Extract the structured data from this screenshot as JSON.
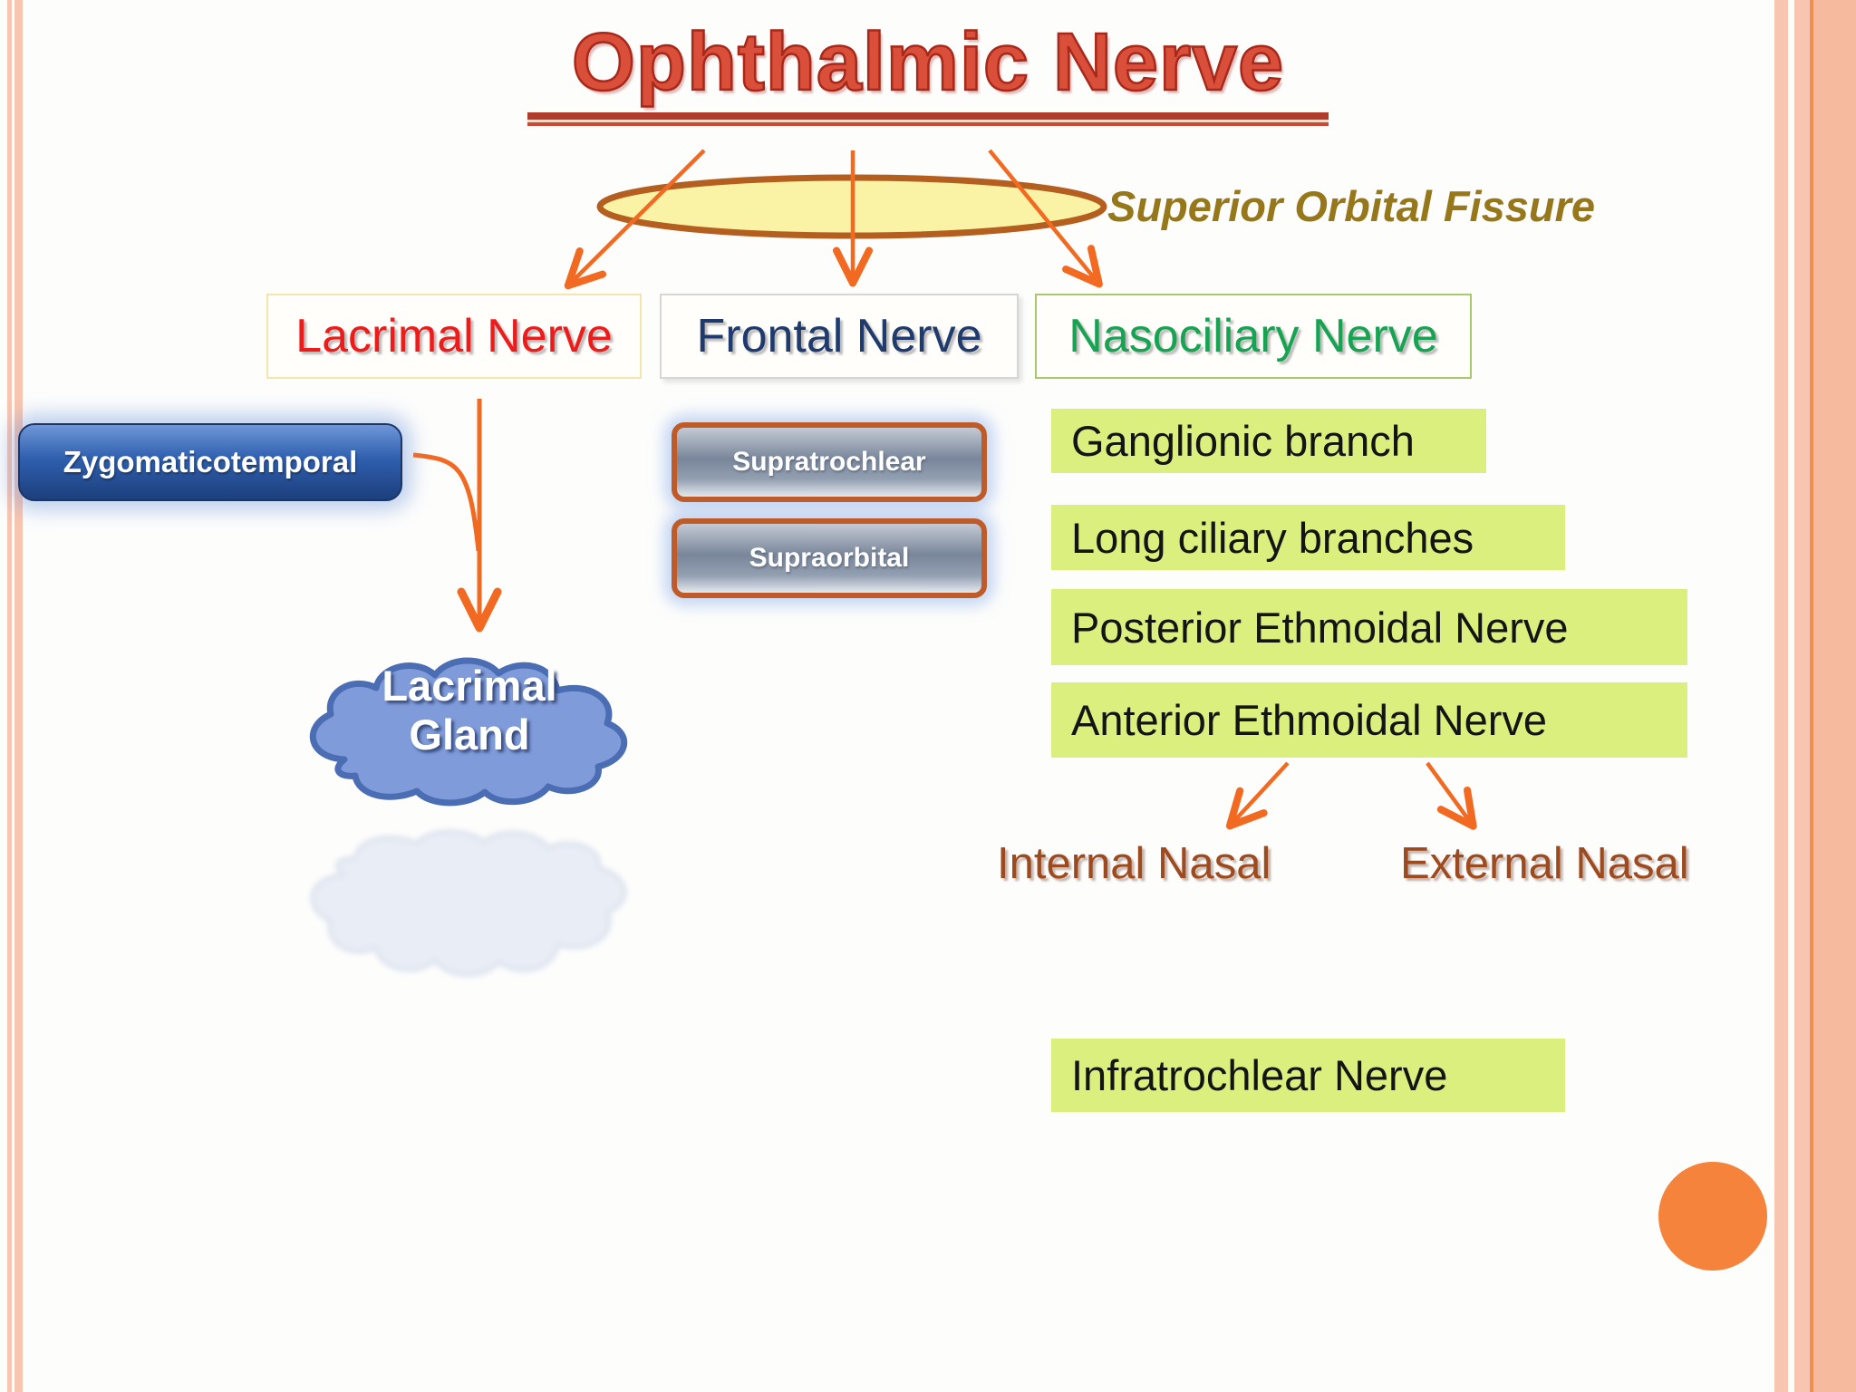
{
  "title": "Ophthalmic Nerve",
  "superior_orbital_fissure": "Superior Orbital Fissure",
  "main_branches": [
    {
      "label": "Lacrimal Nerve"
    },
    {
      "label": "Frontal Nerve"
    },
    {
      "label": "Nasociliary Nerve"
    }
  ],
  "lacrimal_branch": {
    "zygomaticotemporal": "Zygomaticotemporal",
    "lacrimal_gland_line1": "Lacrimal",
    "lacrimal_gland_line2": "Gland"
  },
  "frontal_branches": [
    {
      "label": "Supratrochlear"
    },
    {
      "label": "Supraorbital"
    }
  ],
  "nasociliary_branches": [
    {
      "label": "Ganglionic branch"
    },
    {
      "label": "Long ciliary branches"
    },
    {
      "label": "Posterior Ethmoidal Nerve"
    },
    {
      "label": "Anterior Ethmoidal Nerve"
    },
    {
      "label": "Infratrochlear Nerve"
    }
  ],
  "anterior_ethmoidal_branches": [
    {
      "label": "Internal Nasal"
    },
    {
      "label": "External Nasal"
    }
  ],
  "colors": {
    "title_red": "#d94f3a",
    "arrow_orange": "#f26a22",
    "highlight_green": "#daef7e",
    "lacrimal_text": "#ee1b1b",
    "frontal_text": "#1f3a6d",
    "nasociliary_text": "#16a452",
    "nasal_text": "#9e4a1f",
    "fissure_text": "#96781b",
    "ellipse_fill": "#faf3a6",
    "ellipse_border": "#b45f1f",
    "cloud_fill": "#7f9bd9",
    "cloud_border": "#4a6db3",
    "accent_circle": "#f5833c",
    "frame_pink": "#f8c6b0"
  }
}
